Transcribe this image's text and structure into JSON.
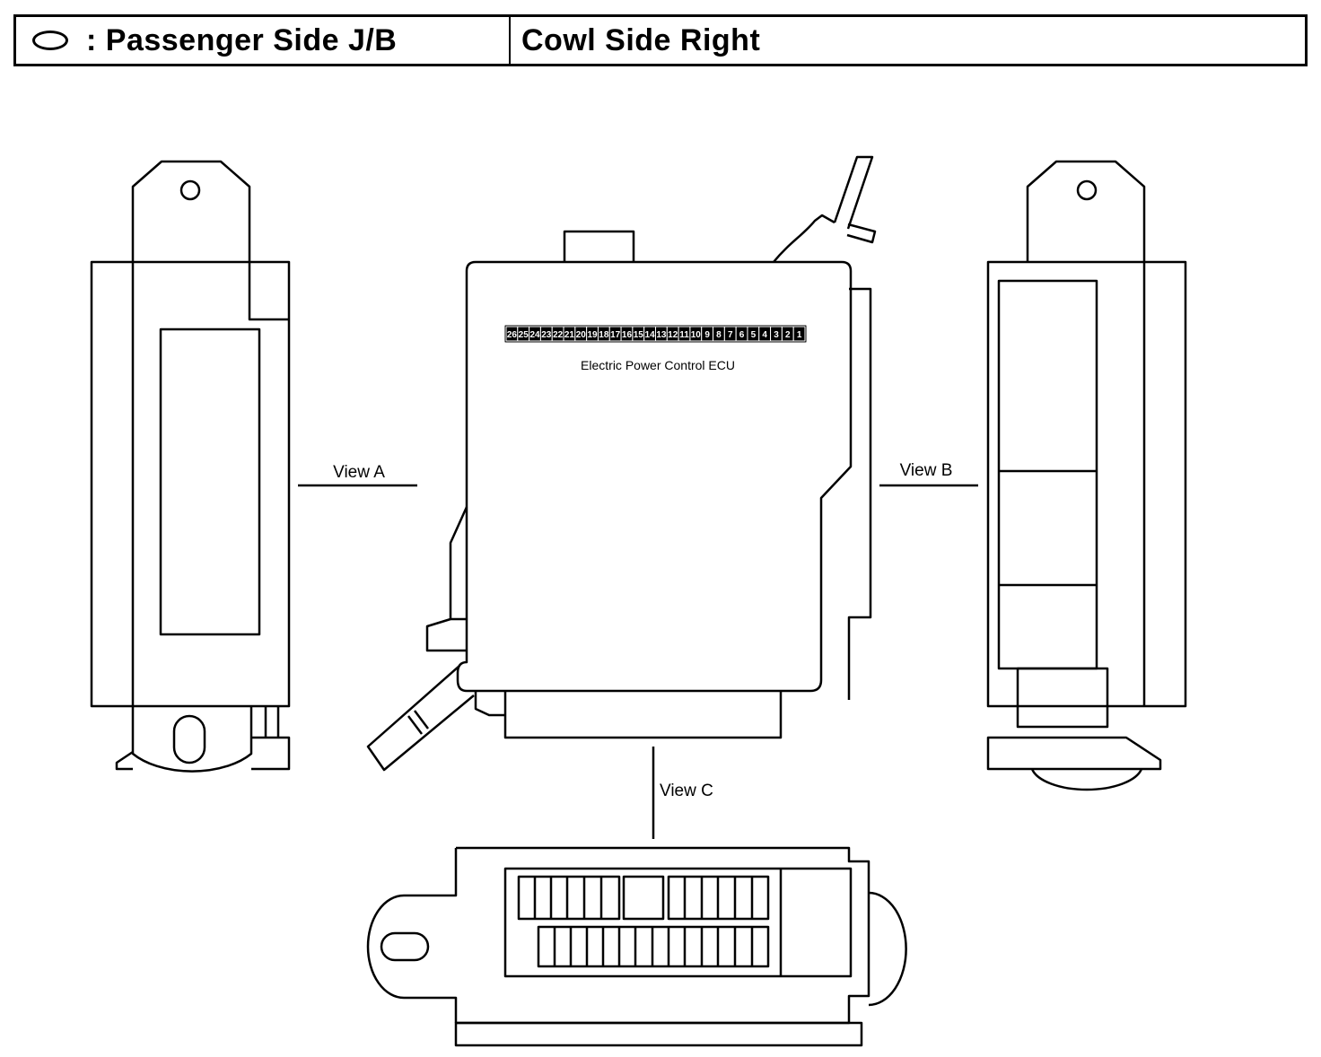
{
  "header": {
    "symbol_icon": "oval-icon",
    "location_label": ": Passenger Side J/B",
    "position_label": "Cowl Side Right"
  },
  "views": {
    "view_a": "View A",
    "view_b": "View B",
    "view_c": "View C"
  },
  "ecu": {
    "name": "Electric Power Control ECU",
    "pins": [
      "26",
      "25",
      "24",
      "23",
      "22",
      "21",
      "20",
      "19",
      "18",
      "17",
      "16",
      "15",
      "14",
      "13",
      "12",
      "11",
      "10",
      "9",
      "8",
      "7",
      "6",
      "5",
      "4",
      "3",
      "2",
      "1"
    ]
  }
}
